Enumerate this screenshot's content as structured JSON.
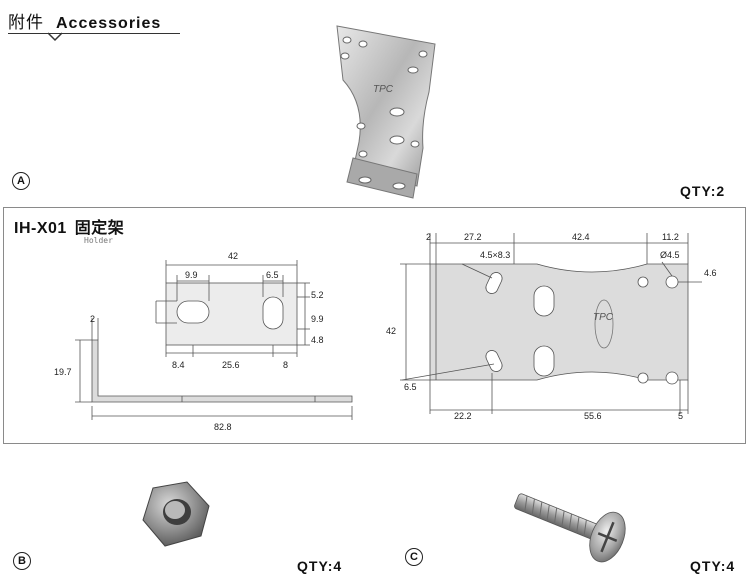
{
  "header": {
    "title_zh": "附件",
    "title_en": "Accessories"
  },
  "items": [
    {
      "letter": "A",
      "qty": "QTY:2"
    },
    {
      "letter": "B",
      "qty": "QTY:4"
    },
    {
      "letter": "C",
      "qty": "QTY:4"
    }
  ],
  "drawing": {
    "model": "IH-X01",
    "name_zh": "固定架",
    "name_en": "Holder",
    "logo_text": "TPC",
    "dims": {
      "front_width": "42",
      "front_hole_left": "9.9",
      "front_hole_right": "6.5",
      "front_top": "5.2",
      "front_mid": "9.9",
      "front_bottom": "4.8",
      "front_left": "8.4",
      "front_center": "25.6",
      "front_right": "8",
      "side_thickness": "2",
      "side_height": "19.7",
      "side_length": "82.8",
      "plate_thickness": "2",
      "plate_left": "27.2",
      "plate_mid": "42.4",
      "plate_right": "11.2",
      "plate_height": "42",
      "slot_size": "4.5×8.3",
      "hole_dia": "Ø4.5",
      "hole_offset": "4.6",
      "slot_low": "6.5",
      "plate_bottom_left": "22.2",
      "plate_bottom_mid": "55.6",
      "plate_bottom_right": "5"
    }
  }
}
